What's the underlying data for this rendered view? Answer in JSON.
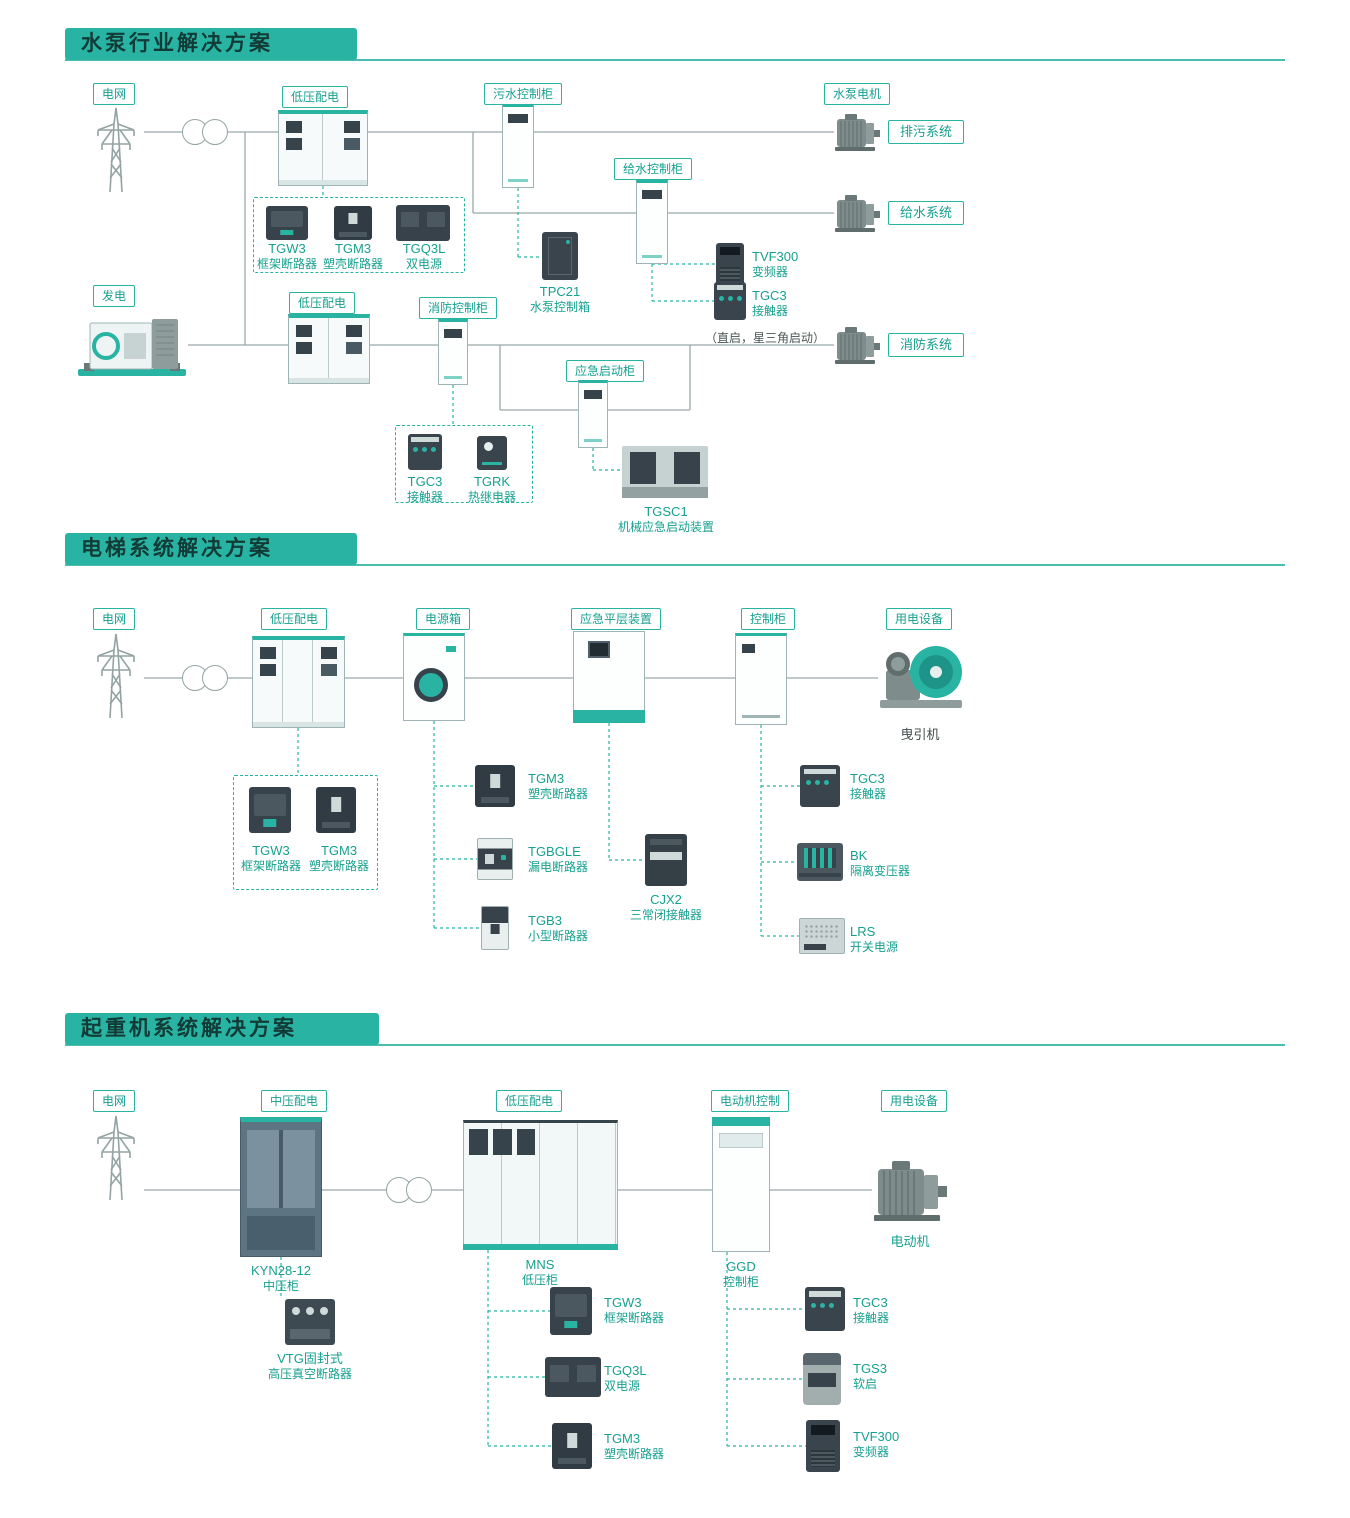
{
  "colors": {
    "accent": "#29b3a2",
    "line": "#9aa9a9",
    "device": "#39444c"
  },
  "sections": {
    "pump": {
      "title": "水泵行业解决方案",
      "labels": {
        "grid": "电网",
        "lv1": "低压配电",
        "sewage": "污水控制柜",
        "pump_motor": "水泵电机",
        "water": "给水控制柜",
        "gen": "发电",
        "lv2": "低压配电",
        "fire": "消防控制柜",
        "emg": "应急启动柜"
      },
      "badges": {
        "drain": "排污系统",
        "supply": "给水系统",
        "fire": "消防系统"
      },
      "note": "（直启，星三角启动）",
      "products": {
        "tgw3": {
          "name": "TGW3",
          "desc": "框架断路器"
        },
        "tgm3": {
          "name": "TGM3",
          "desc": "塑壳断路器"
        },
        "tgq3l": {
          "name": "TGQ3L",
          "desc": "双电源"
        },
        "tpc21": {
          "name": "TPC21",
          "desc": "水泵控制箱"
        },
        "tvf300": {
          "name": "TVF300",
          "desc": "变频器"
        },
        "tgc3_vfd": {
          "name": "TGC3",
          "desc": "接触器"
        },
        "tgc3_fire": {
          "name": "TGC3",
          "desc": "接触器"
        },
        "tgrk": {
          "name": "TGRK",
          "desc": "热继电器"
        },
        "tgsc1": {
          "name": "TGSC1",
          "desc": "机械应急启动装置"
        }
      }
    },
    "elevator": {
      "title": "电梯系统解决方案",
      "labels": {
        "grid": "电网",
        "lv": "低压配电",
        "power_box": "电源箱",
        "leveling": "应急平层装置",
        "ctrl": "控制柜",
        "device": "用电设备"
      },
      "captions": {
        "traction": "曳引机"
      },
      "products": {
        "tgw3": {
          "name": "TGW3",
          "desc": "框架断路器"
        },
        "tgm3_box": {
          "name": "TGM3",
          "desc": "塑壳断路器"
        },
        "tgm3": {
          "name": "TGM3",
          "desc": "塑壳断路器"
        },
        "tgbgle": {
          "name": "TGBGLE",
          "desc": "漏电断路器"
        },
        "tgb3": {
          "name": "TGB3",
          "desc": "小型断路器"
        },
        "cjx2": {
          "name": "CJX2",
          "desc": "三常闭接触器"
        },
        "tgc3": {
          "name": "TGC3",
          "desc": "接触器"
        },
        "bk": {
          "name": "BK",
          "desc": "隔离变压器"
        },
        "lrs": {
          "name": "LRS",
          "desc": "开关电源"
        }
      }
    },
    "crane": {
      "title": "起重机系统解决方案",
      "labels": {
        "grid": "电网",
        "mv": "中压配电",
        "lv": "低压配电",
        "motor_ctrl": "电动机控制",
        "device": "用电设备"
      },
      "captions": {
        "kyn": {
          "name": "KYN28-12",
          "desc": "中压柜"
        },
        "mns": {
          "name": "MNS",
          "desc": "低压柜"
        },
        "ggd": {
          "name": "GGD",
          "desc": "控制柜"
        },
        "motor": "电动机"
      },
      "products": {
        "vtg": {
          "name": "VTG固封式",
          "desc": "高压真空断路器"
        },
        "tgw3": {
          "name": "TGW3",
          "desc": "框架断路器"
        },
        "tgq3l": {
          "name": "TGQ3L",
          "desc": "双电源"
        },
        "tgm3": {
          "name": "TGM3",
          "desc": "塑壳断路器"
        },
        "tgc3": {
          "name": "TGC3",
          "desc": "接触器"
        },
        "tgs3": {
          "name": "TGS3",
          "desc": "软启"
        },
        "tvf300": {
          "name": "TVF300",
          "desc": "变频器"
        }
      }
    }
  }
}
